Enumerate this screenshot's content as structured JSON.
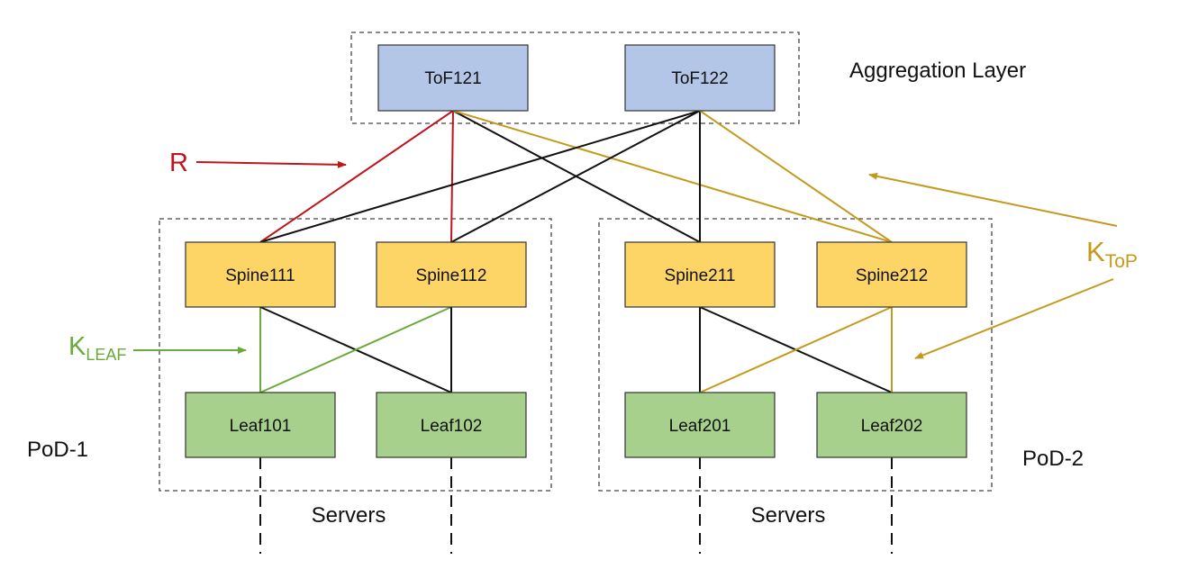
{
  "colors": {
    "tof": "#b3c6e7",
    "spine": "#fcd566",
    "leaf": "#a8d08d",
    "red": "#c0141c",
    "gold": "#c49a1c",
    "green": "#6aaa3a",
    "black": "#111111"
  },
  "layers": {
    "aggregation_label": "Aggregation Layer"
  },
  "nodes": {
    "tof121": "ToF121",
    "tof122": "ToF122",
    "spine111": "Spine111",
    "spine112": "Spine112",
    "spine211": "Spine211",
    "spine212": "Spine212",
    "leaf101": "Leaf101",
    "leaf102": "Leaf102",
    "leaf201": "Leaf201",
    "leaf202": "Leaf202"
  },
  "pods": {
    "pod1": "PoD-1",
    "pod2": "PoD-2"
  },
  "servers": {
    "left": "Servers",
    "right": "Servers"
  },
  "annotations": {
    "r_label": "R",
    "kleaf_main": "K",
    "kleaf_sub": "LEAF",
    "ktop_main": "K",
    "ktop_sub": "ToP"
  }
}
